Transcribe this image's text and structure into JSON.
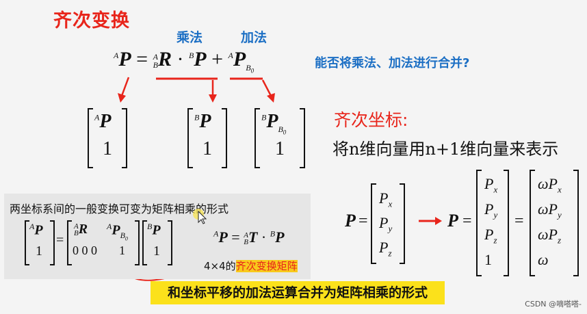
{
  "title": "齐次变换",
  "ops": {
    "mul": "乘法",
    "add": "加法"
  },
  "question": "能否将乘法、加法进行合并?",
  "main_eq": {
    "lhs_sup": "A",
    "lhs": "P",
    "eq": "=",
    "r_sup": "A",
    "r_sub": "B",
    "r": "R",
    "dot": "·",
    "p2_sup": "B",
    "p2": "P",
    "plus": "+",
    "p3_sup": "A",
    "p3": "P",
    "p3_sub": "B",
    "p3_subsub": "0"
  },
  "vectors": {
    "v1": {
      "sup": "A",
      "sym": "P",
      "one": "1"
    },
    "v2": {
      "sup": "B",
      "sym": "P",
      "one": "1"
    },
    "v3": {
      "sup": "B",
      "sym": "P",
      "sub": "B",
      "subsub": "0",
      "one": "1"
    }
  },
  "homogeneous": {
    "heading": "齐次坐标:",
    "desc": "将n维向量用n+1维向量来表示"
  },
  "panel": {
    "caption": "两坐标系间的一般变换可变为矩阵相乘的形式",
    "lhs": {
      "sup": "A",
      "sym": "P",
      "one": "1"
    },
    "matrix": {
      "r_sup": "A",
      "r_sub": "B",
      "r": "R",
      "p_sup": "A",
      "p": "P",
      "p_sub": "B",
      "p_subsub": "0",
      "zeros": "0 0 0",
      "one": "1"
    },
    "rhs": {
      "sup": "B",
      "sym": "P",
      "one": "1"
    },
    "compact": {
      "lhs_sup": "A",
      "lhs": "P",
      "eq": "=",
      "t_sup": "A",
      "t_sub": "B",
      "t": "T",
      "dot": "·",
      "p_sup": "B",
      "p": "P"
    },
    "size_note": "4×4的",
    "size_note_red": "齐次变换矩阵"
  },
  "right_eq": {
    "P": "P",
    "arrow": "→",
    "eq": "=",
    "vec3": [
      {
        "b": "P",
        "s": "x"
      },
      {
        "b": "P",
        "s": "y"
      },
      {
        "b": "P",
        "s": "z"
      }
    ],
    "vec4": [
      {
        "b": "P",
        "s": "x"
      },
      {
        "b": "P",
        "s": "y"
      },
      {
        "b": "P",
        "s": "z"
      },
      {
        "b": "1",
        "s": ""
      }
    ],
    "vec4w": [
      {
        "b": "ωP",
        "s": "x"
      },
      {
        "b": "ωP",
        "s": "y"
      },
      {
        "b": "ωP",
        "s": "z"
      },
      {
        "b": "ω",
        "s": ""
      }
    ]
  },
  "banner": "和坐标平移的加法运算合并为矩阵相乘的形式",
  "watermark": "CSDN @嘀嗒嗒-",
  "colors": {
    "red": "#e8251b",
    "blue": "#1c6fc4",
    "yellow": "#fbe11b"
  }
}
